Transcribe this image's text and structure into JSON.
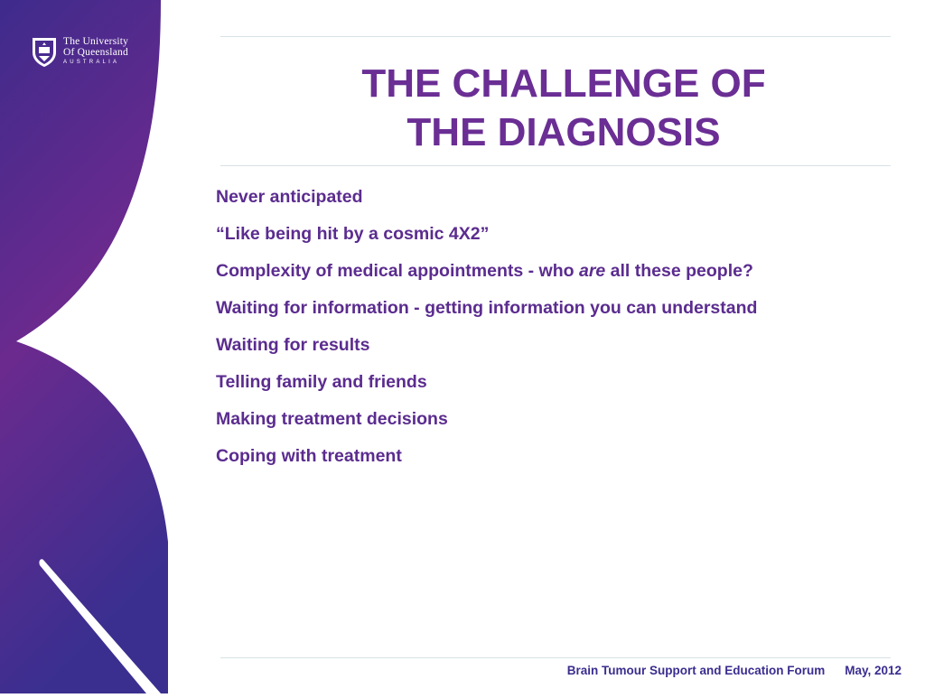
{
  "logo": {
    "line1": "The University",
    "line2": "Of Queensland",
    "line3": "AUSTRALIA"
  },
  "slide": {
    "title_line1": "THE CHALLENGE OF",
    "title_line2": "THE DIAGNOSIS",
    "bullets": [
      "Never anticipated",
      "“Like being hit by a cosmic 4X2”",
      "Complexity of medical appointments - who ",
      "are",
      " all these people?",
      "Waiting for information - getting information you can understand",
      "Waiting for results",
      "Telling family and friends",
      "Making treatment decisions",
      "Coping with treatment"
    ]
  },
  "footer": {
    "event": "Brain Tumour Support and Education Forum",
    "date": "May, 2012"
  },
  "colors": {
    "title": "#6a2e94",
    "body_text": "#5b2c8f",
    "footer_text": "#3a2d8f",
    "sidebar_top": "#3e2b8c",
    "sidebar_mid": "#6b2a8e",
    "sidebar_bottom": "#3a2f8f",
    "rule": "#d8e2e6"
  }
}
